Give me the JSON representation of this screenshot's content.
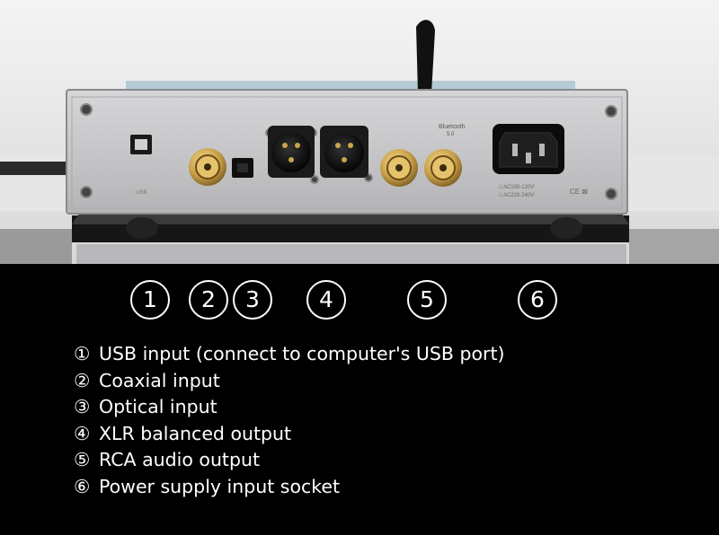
{
  "photo": {
    "panel_labels": {
      "usb": "USB",
      "bluetooth": "Bluetooth",
      "bluetooth_version": "5.0",
      "power_spec_1": "□ AC100-120V",
      "power_spec_2": "□ AC220-240V",
      "cert_marks": "CE  ⊠"
    }
  },
  "markers": [
    "1",
    "2",
    "3",
    "4",
    "5",
    "6"
  ],
  "legend": [
    {
      "num": "①",
      "text": "USB input (connect to computer's USB port)"
    },
    {
      "num": "②",
      "text": "Coaxial input"
    },
    {
      "num": "③",
      "text": "Optical input"
    },
    {
      "num": "④",
      "text": "XLR balanced output"
    },
    {
      "num": "⑤",
      "text": "RCA audio output"
    },
    {
      "num": "⑥",
      "text": "Power supply input socket"
    }
  ],
  "colors": {
    "background": "#000000",
    "text": "#ffffff",
    "panel": "#c9c9cb",
    "gold": "#c8a04a"
  }
}
